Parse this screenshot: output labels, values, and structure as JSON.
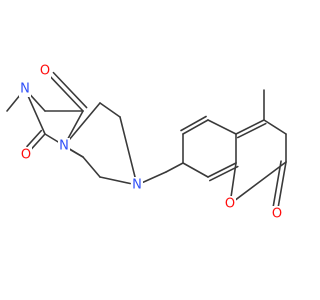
{
  "molecule": {
    "colors": {
      "bond": "#3a3a3a",
      "oxygen": "#ff0d0d",
      "nitrogen": "#3050f8"
    },
    "labels": {
      "o_top": "O",
      "o_bottom": "O",
      "o_ring": "O",
      "o_carbonyl": "O",
      "n_methyl": "N",
      "n_fused": "N",
      "n_piperazine": "N"
    }
  }
}
